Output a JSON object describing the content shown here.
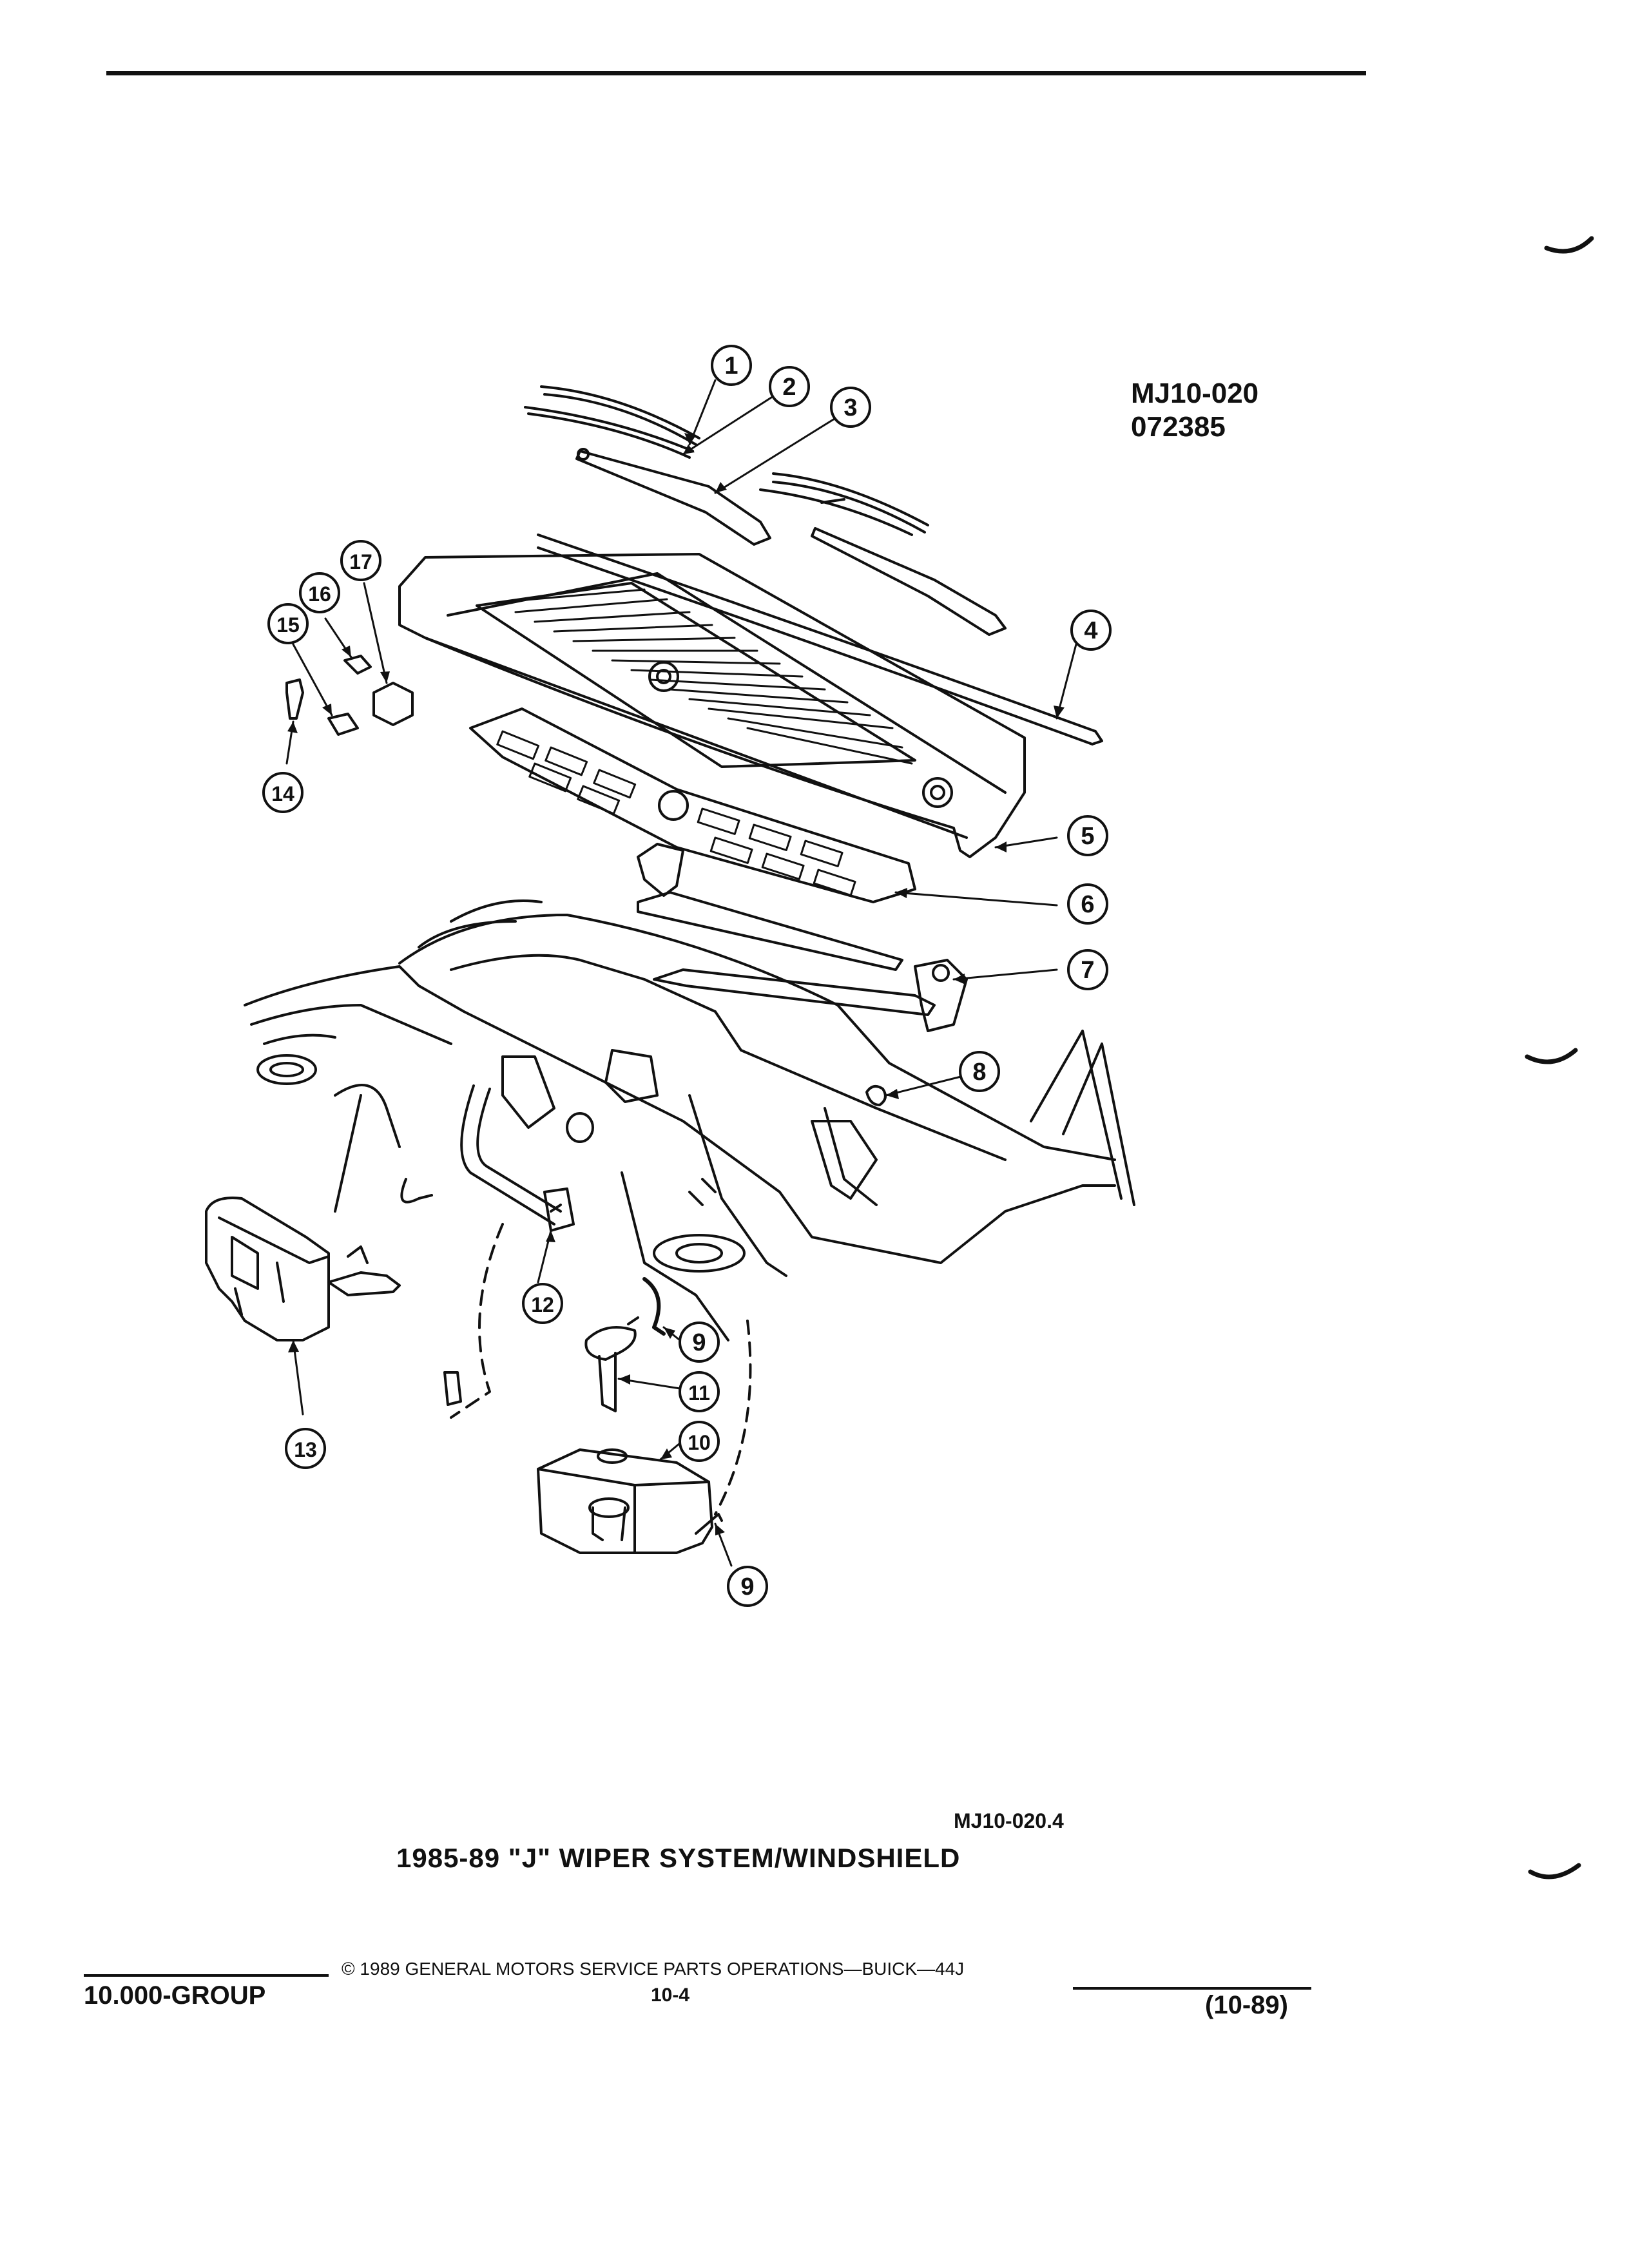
{
  "header": {
    "drawing_code": "MJ10-020",
    "drawing_date": "072385"
  },
  "callouts": [
    "1",
    "2",
    "3",
    "4",
    "5",
    "6",
    "7",
    "8",
    "9",
    "10",
    "11",
    "12",
    "13",
    "14",
    "15",
    "16",
    "17",
    "9"
  ],
  "caption": {
    "figure_code": "MJ10-020.4",
    "title": "1985-89 \"J\" WIPER SYSTEM/WINDSHIELD"
  },
  "footer": {
    "copyright_mark": "©",
    "publisher": "1989  GENERAL MOTORS SERVICE PARTS OPERATIONS—BUICK—44J",
    "group": "10.000-GROUP",
    "page": "10-4",
    "revision": "(10-89)"
  }
}
